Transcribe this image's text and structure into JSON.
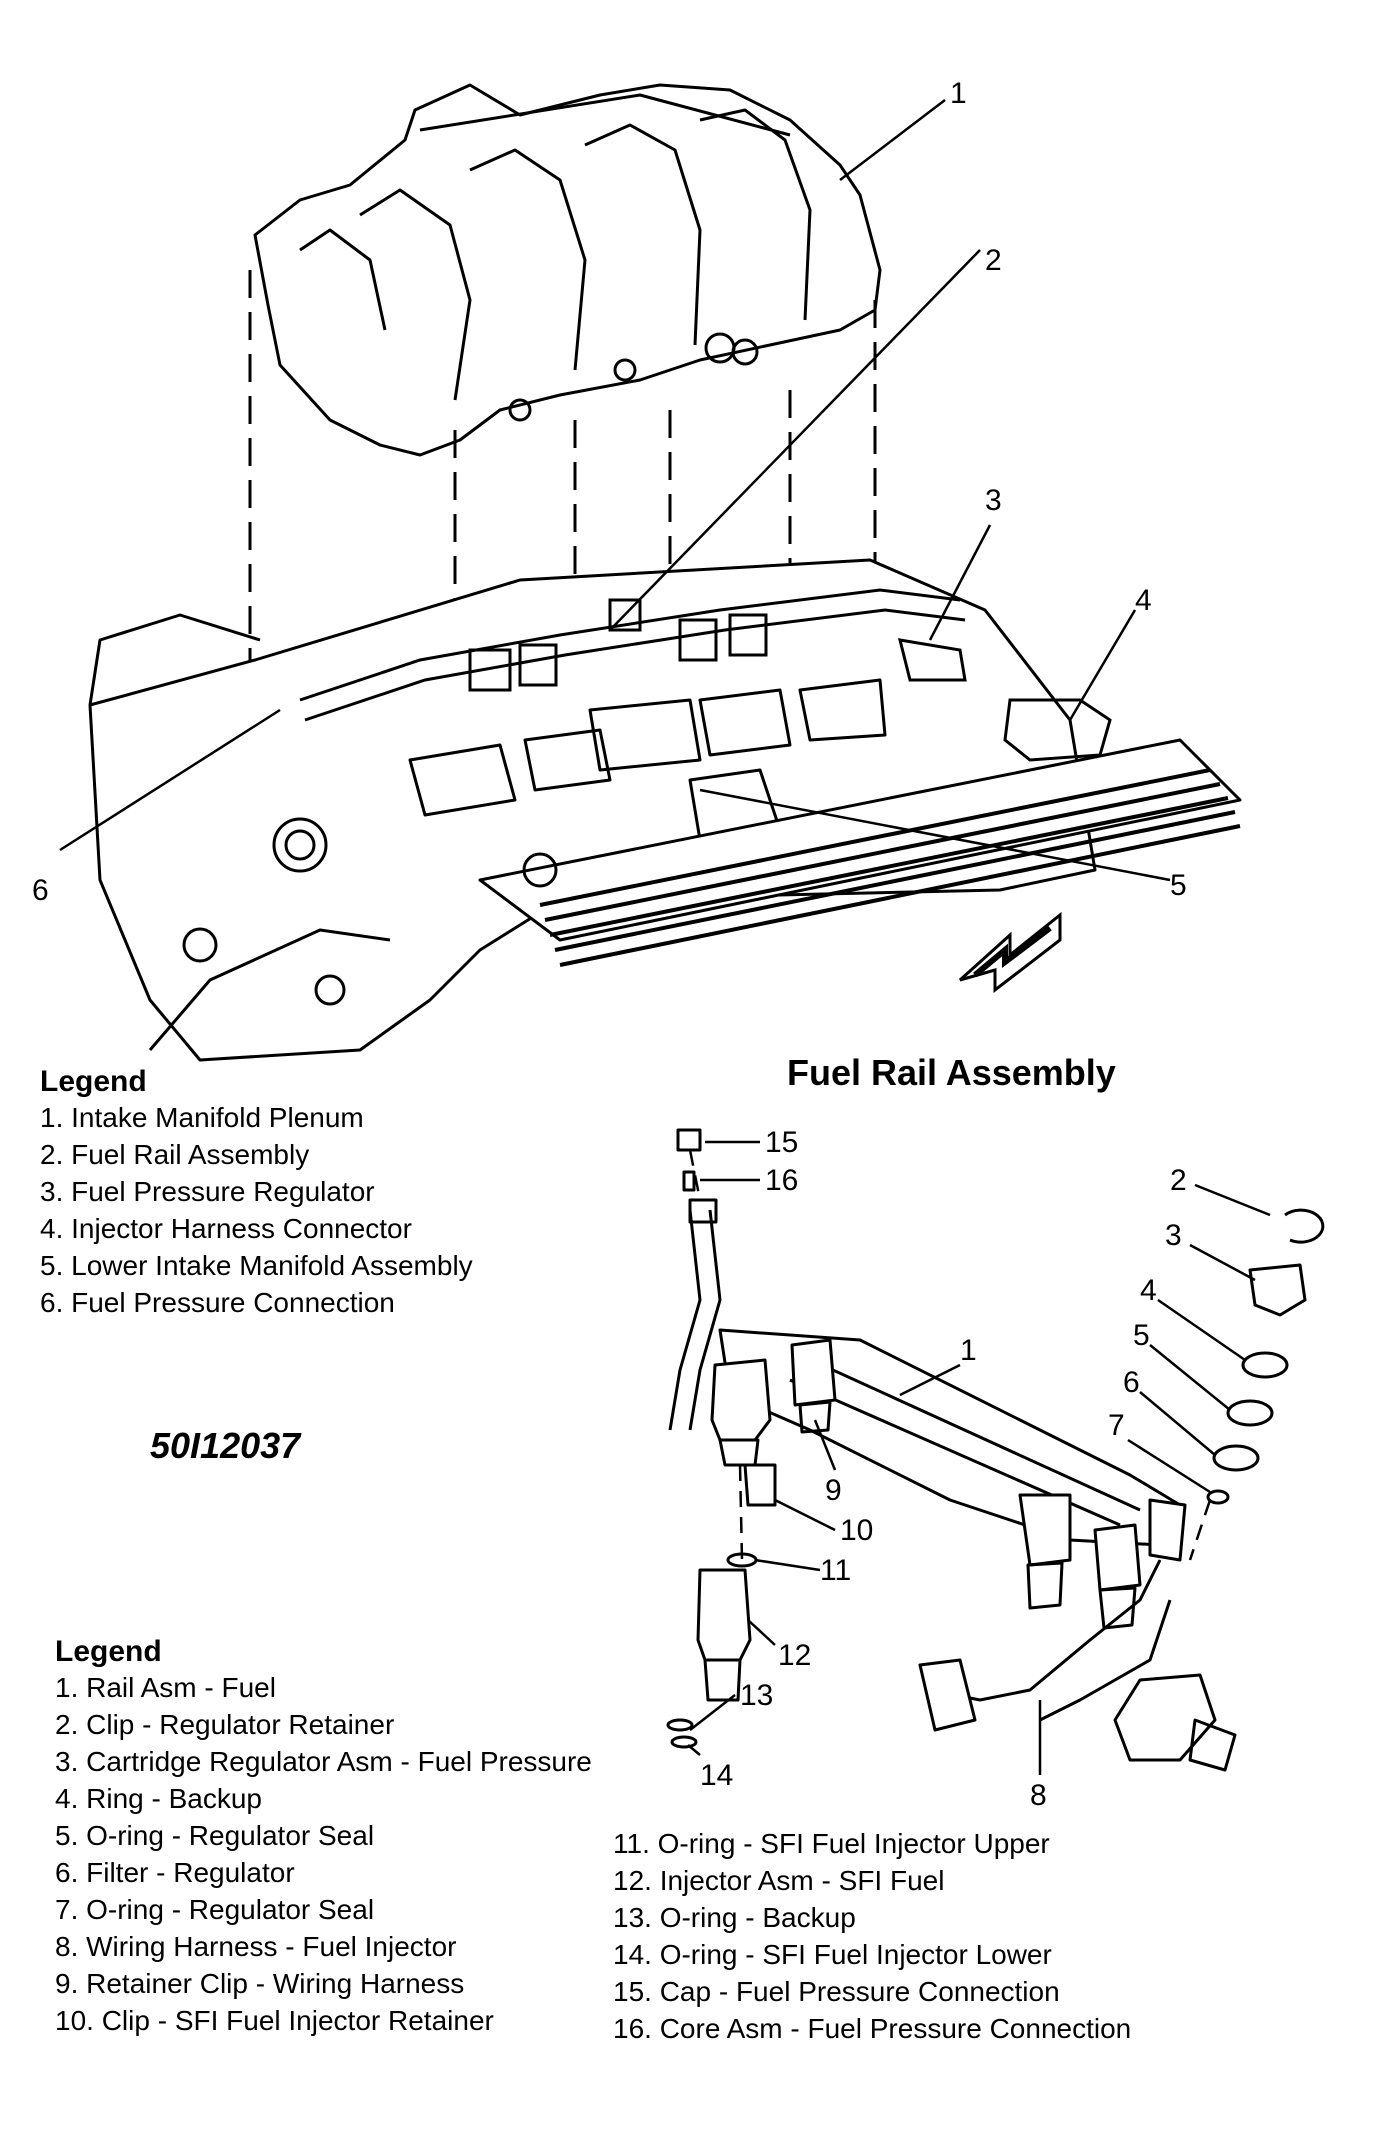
{
  "callouts_top": [
    "1",
    "2",
    "3",
    "4",
    "5",
    "6"
  ],
  "callouts_bottom": [
    "1",
    "2",
    "3",
    "4",
    "5",
    "6",
    "7",
    "8",
    "9",
    "10",
    "11",
    "12",
    "13",
    "14",
    "15",
    "16"
  ],
  "legend_top": {
    "title": "Legend",
    "items": [
      "1. Intake Manifold Plenum",
      "2. Fuel Rail Assembly",
      "3. Fuel Pressure Regulator",
      "4. Injector Harness Connector",
      "5. Lower Intake Manifold Assembly",
      "6. Fuel Pressure Connection"
    ]
  },
  "assembly_title": "Fuel Rail Assembly",
  "figure_id": "50I12037",
  "legend_bottom": {
    "title": "Legend",
    "items_left": [
      "1. Rail Asm - Fuel",
      "2. Clip - Regulator Retainer",
      "3. Cartridge Regulator Asm - Fuel Pressure",
      "4. Ring - Backup",
      "5. O-ring - Regulator Seal",
      "6. Filter - Regulator",
      "7. O-ring - Regulator Seal",
      "8. Wiring Harness - Fuel Injector",
      "9. Retainer Clip - Wiring Harness",
      "10. Clip - SFI Fuel Injector Retainer"
    ],
    "items_right": [
      "11. O-ring - SFI Fuel Injector Upper",
      "12. Injector Asm - SFI Fuel",
      "13. O-ring - Backup",
      "14. O-ring - SFI Fuel Injector Lower",
      "15. Cap - Fuel Pressure Connection",
      "16. Core Asm - Fuel Pressure Connection"
    ]
  }
}
